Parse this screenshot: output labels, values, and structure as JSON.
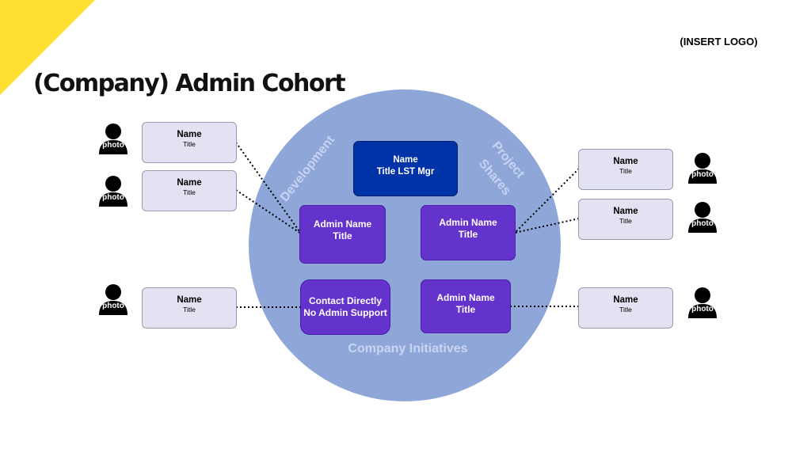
{
  "logo_text": "(INSERT LOGO)",
  "title": "(Company) Admin Cohort",
  "circle": {
    "arc_left": "Development",
    "arc_right": "Project Shares",
    "arc_right_line1": "Project",
    "arc_right_line2": "Shares",
    "bottom": "Company Initiatives"
  },
  "manager": {
    "name": "Name",
    "title": "Title LST Mgr"
  },
  "admins": [
    {
      "line1": "Admin Name",
      "line2": "Title"
    },
    {
      "line1": "Admin Name",
      "line2": "Title"
    },
    {
      "line1": "Contact Directly",
      "line2": "No Admin Support"
    },
    {
      "line1": "Admin Name",
      "line2": "Title"
    }
  ],
  "people_left": [
    {
      "name": "Name",
      "title": "Title",
      "photo": "photo"
    },
    {
      "name": "Name",
      "title": "Title",
      "photo": "photo"
    },
    {
      "name": "Name",
      "title": "Title",
      "photo": "photo"
    }
  ],
  "people_right": [
    {
      "name": "Name",
      "title": "Title",
      "photo": "photo"
    },
    {
      "name": "Name",
      "title": "Title",
      "photo": "photo"
    },
    {
      "name": "Name",
      "title": "Title",
      "photo": "photo"
    }
  ],
  "colors": {
    "accent_yellow": "#FFE033",
    "circle": "#8EA6D8",
    "manager_box": "#0033A8",
    "admin_box": "#6433CC",
    "name_card": "#E2E2F2"
  }
}
